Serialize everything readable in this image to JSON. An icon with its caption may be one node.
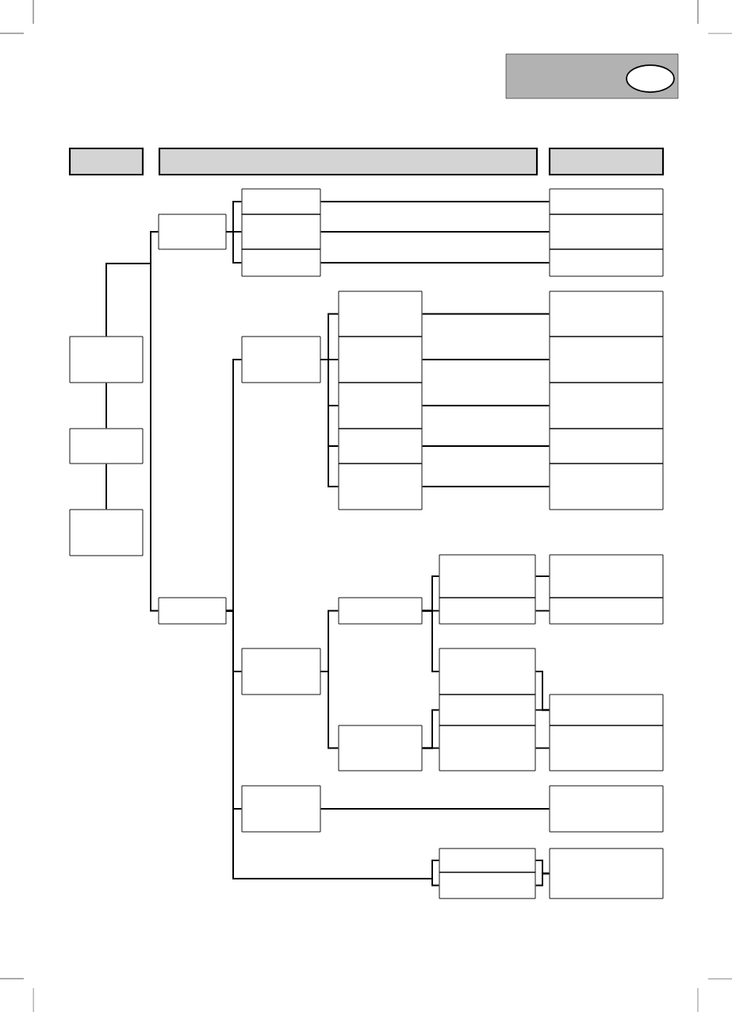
{
  "diagram": {
    "nodes": [
      {
        "text": [],
        "shape": "box"
      },
      {
        "text": [],
        "shape": "circle",
        "in": 0
      },
      {
        "text": [],
        "shape": "box"
      },
      {
        "text": [],
        "shape": "box"
      },
      {
        "text": [],
        "shape": "box"
      },
      {
        "text": [],
        "shape": "box"
      },
      {
        "text": [],
        "shape": "box"
      },
      {
        "text": [],
        "shape": "box"
      },
      {
        "text": [],
        "shape": "box"
      },
      {
        "text": [],
        "shape": "box"
      },
      {
        "text": [],
        "shape": "box"
      },
      {
        "text": [],
        "shape": "box"
      },
      {
        "text": [],
        "shape": "box"
      },
      {
        "text": [],
        "shape": "box"
      },
      {
        "text": [],
        "shape": "box"
      },
      {
        "text": [],
        "shape": "box"
      },
      {
        "text": [],
        "shape": "box"
      },
      {
        "text": [],
        "shape": "box"
      },
      {
        "text": [],
        "shape": "box"
      },
      {
        "text": [],
        "shape": "box"
      },
      {
        "text": [],
        "shape": "box"
      },
      {
        "text": [],
        "shape": "box"
      },
      {
        "text": [],
        "shape": "box"
      },
      {
        "text": [],
        "shape": "box"
      },
      {
        "text": [],
        "shape": "box"
      },
      {
        "text": [],
        "shape": "box"
      },
      {
        "text": [],
        "shape": "box"
      },
      {
        "text": [],
        "shape": "box"
      },
      {
        "text": [],
        "shape": "box"
      },
      {
        "text": [],
        "shape": "box"
      },
      {
        "text": [],
        "shape": "box"
      },
      {
        "text": [],
        "shape": "box"
      },
      {
        "text": [],
        "shape": "box"
      },
      {
        "text": [],
        "shape": "box"
      },
      {
        "text": [],
        "shape": "box"
      },
      {
        "text": [],
        "shape": "box"
      },
      {
        "text": [],
        "shape": "box"
      },
      {
        "text": [],
        "shape": "box"
      },
      {
        "text": [],
        "shape": "box"
      },
      {
        "text": [],
        "shape": "box"
      },
      {
        "text": [],
        "shape": "box"
      },
      {
        "text": [],
        "shape": "box"
      },
      {
        "text": [],
        "shape": "box"
      },
      {
        "text": [],
        "shape": "box"
      }
    ],
    "edges": [
      {
        "from": 12,
        "to": 13,
        "arrow": "none"
      },
      {
        "from": 13,
        "to": 14,
        "arrow": "none"
      },
      {
        "from": 12,
        "to": 5,
        "arrow": "none"
      },
      {
        "from": 12,
        "to": 26,
        "arrow": "none"
      },
      {
        "from": 5,
        "to": 6,
        "arrow": "none"
      },
      {
        "from": 5,
        "to": 7,
        "arrow": "none"
      },
      {
        "from": 5,
        "to": 8,
        "arrow": "none"
      },
      {
        "from": 6,
        "to": 9,
        "arrow": "none"
      },
      {
        "from": 7,
        "to": 10,
        "arrow": "none"
      },
      {
        "from": 8,
        "to": 11,
        "arrow": "none"
      },
      {
        "from": 26,
        "to": 15,
        "arrow": "none"
      },
      {
        "from": 26,
        "to": 27,
        "arrow": "none"
      },
      {
        "from": 26,
        "to": 39,
        "arrow": "none"
      },
      {
        "from": 26,
        "to": 41,
        "arrow": "none"
      },
      {
        "from": 26,
        "to": 42,
        "arrow": "none"
      },
      {
        "from": 15,
        "to": 16,
        "arrow": "none"
      },
      {
        "from": 15,
        "to": 17,
        "arrow": "none"
      },
      {
        "from": 15,
        "to": 18,
        "arrow": "none"
      },
      {
        "from": 15,
        "to": 19,
        "arrow": "none"
      },
      {
        "from": 15,
        "to": 20,
        "arrow": "none"
      },
      {
        "from": 16,
        "to": 21,
        "arrow": "none"
      },
      {
        "from": 17,
        "to": 22,
        "arrow": "none"
      },
      {
        "from": 18,
        "to": 23,
        "arrow": "none"
      },
      {
        "from": 19,
        "to": 24,
        "arrow": "none"
      },
      {
        "from": 20,
        "to": 25,
        "arrow": "none"
      },
      {
        "from": 27,
        "to": 28,
        "arrow": "none"
      },
      {
        "from": 27,
        "to": 36,
        "arrow": "none"
      },
      {
        "from": 28,
        "to": 29,
        "arrow": "none"
      },
      {
        "from": 28,
        "to": 30,
        "arrow": "none"
      },
      {
        "from": 28,
        "to": 33,
        "arrow": "none"
      },
      {
        "from": 29,
        "to": 31,
        "arrow": "none"
      },
      {
        "from": 30,
        "to": 32,
        "arrow": "none"
      },
      {
        "from": 36,
        "to": 34,
        "arrow": "none"
      },
      {
        "from": 36,
        "to": 37,
        "arrow": "none"
      },
      {
        "from": 33,
        "to": 35,
        "arrow": "none"
      },
      {
        "from": 34,
        "to": 35,
        "arrow": "none"
      },
      {
        "from": 37,
        "to": 38,
        "arrow": "none"
      },
      {
        "from": 39,
        "to": 40,
        "arrow": "none"
      },
      {
        "from": 41,
        "to": 43,
        "arrow": "none"
      },
      {
        "from": 42,
        "to": 43,
        "arrow": "none"
      }
    ]
  }
}
